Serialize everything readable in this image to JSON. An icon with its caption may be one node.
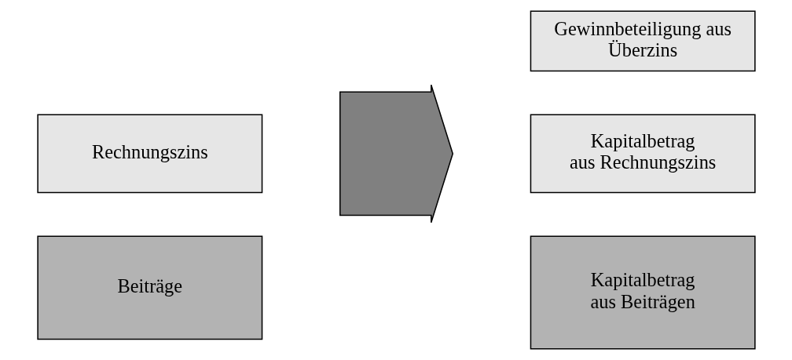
{
  "diagram": {
    "nodes": [
      {
        "text": [
          "Rechnungszins"
        ]
      },
      {
        "text": [
          "Beiträge"
        ]
      },
      {
        "text": [],
        "shape": "arrow"
      },
      {
        "text": [
          "Gewinnbeteiligung aus Überzins"
        ]
      },
      {
        "text": [
          "Kapitalbetrag aus Rechnungszins"
        ]
      },
      {
        "text": [
          "Kapitalbetrag aus Beiträgen"
        ]
      }
    ],
    "edges": []
  }
}
